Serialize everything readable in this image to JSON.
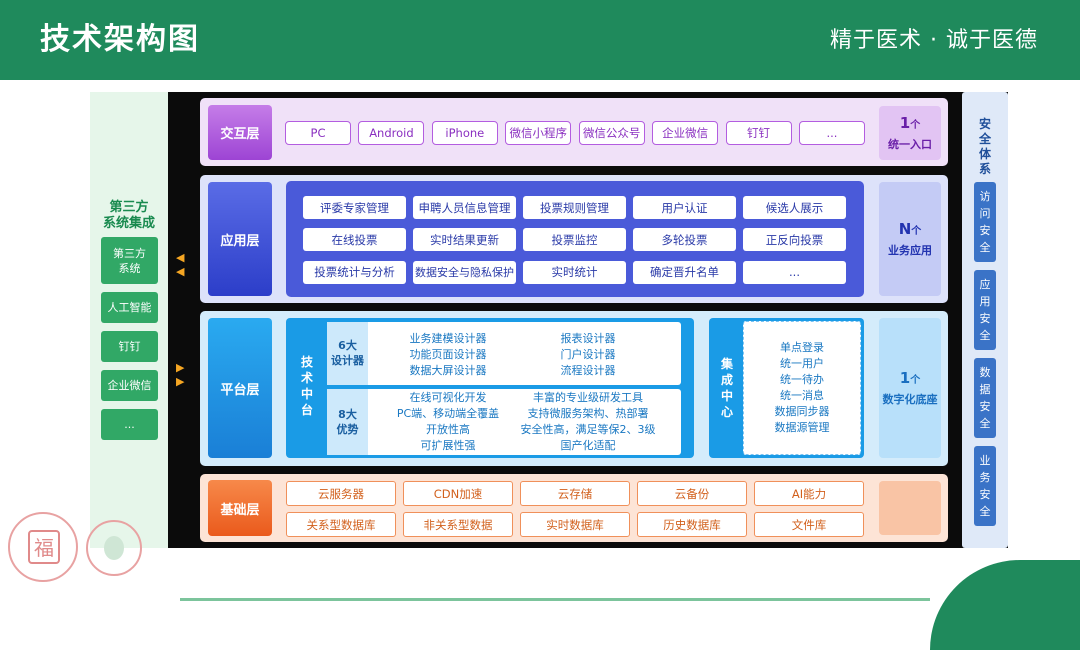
{
  "header": {
    "title": "技术架构图",
    "slogan": "精于医术 · 诚于医德"
  },
  "left_panel": {
    "title": "第三方\n系统集成",
    "items": [
      "第三方\n系统",
      "人工智能",
      "钉钉",
      "企业微信",
      "..."
    ]
  },
  "layers": {
    "interaction": {
      "label": "交互层",
      "items": [
        "PC",
        "Android",
        "iPhone",
        "微信小程序",
        "微信公众号",
        "企业微信",
        "钉钉",
        "..."
      ],
      "summary_num": "1",
      "summary_unit": "个",
      "summary_text": "统一入口"
    },
    "application": {
      "label": "应用层",
      "rows": [
        [
          "评委专家管理",
          "申聘人员信息管理",
          "投票规则管理",
          "用户认证",
          "候选人展示"
        ],
        [
          "在线投票",
          "实时结果更新",
          "投票监控",
          "多轮投票",
          "正反向投票"
        ],
        [
          "投票统计与分析",
          "数据安全与隐私保护",
          "实时统计",
          "确定晋升名单",
          "..."
        ]
      ],
      "summary_num": "N",
      "summary_unit": "个",
      "summary_text": "业务应用"
    },
    "platform": {
      "label": "平台层",
      "middle_label": "技\n术\n中\n台",
      "designers_title": "6大\n设计器",
      "designers_left": [
        "业务建模设计器",
        "功能页面设计器",
        "数据大屏设计器"
      ],
      "designers_right": [
        "报表设计器",
        "门户设计器",
        "流程设计器"
      ],
      "advantages_title": "8大\n优势",
      "advantages_left": [
        "在线可视化开发",
        "PC端、移动端全覆盖",
        "开放性高",
        "可扩展性强"
      ],
      "advantages_right": [
        "丰富的专业级研发工具",
        "支持微服务架构、热部署",
        "安全性高，满足等保2、3级",
        "国产化适配"
      ],
      "integration_label": "集\n成\n中\n心",
      "integration_items": [
        "单点登录",
        "统一用户",
        "统一待办",
        "统一消息",
        "数据同步器",
        "数据源管理"
      ],
      "summary_num": "1",
      "summary_unit": "个",
      "summary_text": "数字化底座"
    },
    "base": {
      "label": "基础层",
      "rows": [
        [
          "云服务器",
          "CDN加速",
          "云存储",
          "云备份",
          "AI能力"
        ],
        [
          "关系型数据库",
          "非关系型数据",
          "实时数据库",
          "历史数据库",
          "文件库"
        ]
      ]
    }
  },
  "security": {
    "title": "安\n全\n体\n系",
    "items": [
      "访\n问\n安\n全",
      "应\n用\n安\n全",
      "数\n据\n安\n全",
      "业\n务\n安\n全"
    ]
  },
  "colors": {
    "header": "#1f8a5c",
    "interaction": "#b35de0",
    "application": "#3b4fd6",
    "platform": "#1a9be6",
    "base": "#f06a2a",
    "security": "#3a73c7"
  }
}
